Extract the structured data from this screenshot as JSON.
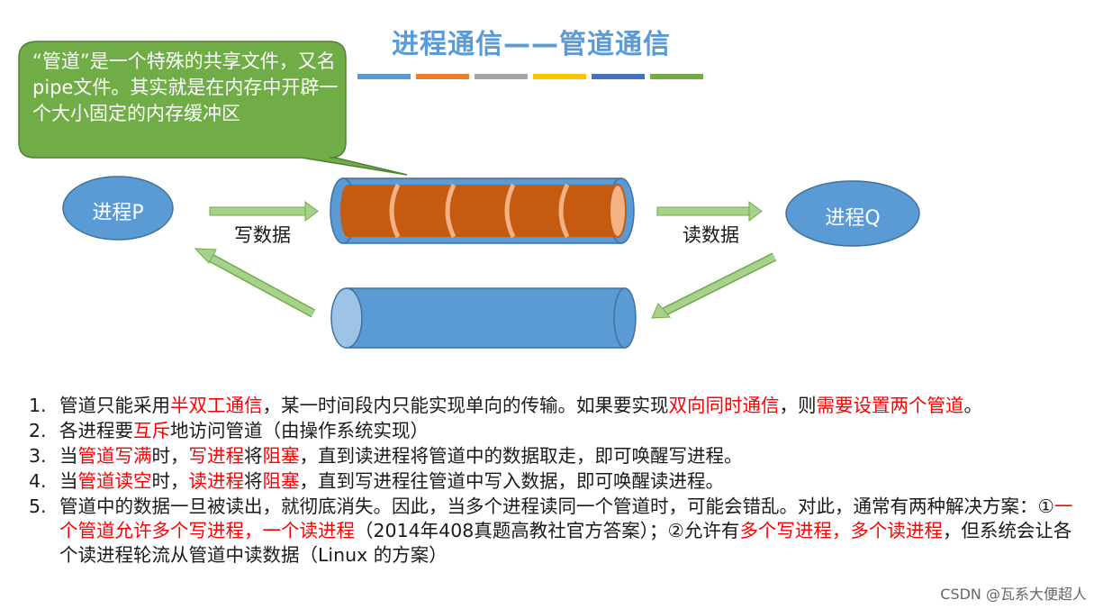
{
  "slide": {
    "title": "进程通信——管道通信",
    "accent_bar_colors": [
      "#5b9bd5",
      "#ed7d31",
      "#a5a5a5",
      "#ffc000",
      "#4472c4",
      "#70ad47"
    ]
  },
  "callout": {
    "text": "“管道”是一个特殊的共享文件，又名pipe文件。其实就是在内存中开辟一个大小固定的内存缓冲区",
    "fill_color": "#70ad47"
  },
  "diagram": {
    "process_p": "进程P",
    "process_q": "进程Q",
    "write_label": "写数据",
    "read_label": "读数据",
    "pipe_color": "#c55a11",
    "cylinder_color": "#5b9bd5"
  },
  "points": [
    {
      "num": "1.",
      "parts": [
        {
          "t": "管道只能采用"
        },
        {
          "t": "半双工通信",
          "red": true
        },
        {
          "t": "，某一时间段内只能实现单向的传输。如果要实现"
        },
        {
          "t": "双向同时通信",
          "red": true
        },
        {
          "t": "，则"
        },
        {
          "t": "需要设置两个管道",
          "red": true
        },
        {
          "t": "。"
        }
      ]
    },
    {
      "num": "2.",
      "parts": [
        {
          "t": "各进程要"
        },
        {
          "t": "互斥",
          "red": true
        },
        {
          "t": "地访问管道（由操作系统实现）"
        }
      ]
    },
    {
      "num": "3.",
      "parts": [
        {
          "t": "当"
        },
        {
          "t": "管道写满",
          "red": true
        },
        {
          "t": "时，"
        },
        {
          "t": "写进程",
          "red": true
        },
        {
          "t": "将"
        },
        {
          "t": "阻塞",
          "red": true
        },
        {
          "t": "，直到读进程将管道中的数据取走，即可唤醒写进程。"
        }
      ]
    },
    {
      "num": "4.",
      "parts": [
        {
          "t": "当"
        },
        {
          "t": "管道读空",
          "red": true
        },
        {
          "t": "时，"
        },
        {
          "t": "读进程",
          "red": true
        },
        {
          "t": "将"
        },
        {
          "t": "阻塞",
          "red": true
        },
        {
          "t": "，直到写进程往管道中写入数据，即可唤醒读进程。"
        }
      ]
    },
    {
      "num": "5.",
      "parts": [
        {
          "t": "管道中的数据一旦被读出，就彻底消失。因此，当多个进程读同一个管道时，可能会错乱。对此，通常有两种解决方案：①"
        },
        {
          "t": "一个管道允许多个写进程，一个读进程",
          "red": true
        },
        {
          "t": "（2014年408真题高教社官方答案）；②允许有"
        },
        {
          "t": "多个写进程，多个读进程",
          "red": true
        },
        {
          "t": "，但系统会让各个读进程轮流从管道中读数据（Linux 的方案）"
        }
      ]
    }
  ],
  "watermark": "CSDN @瓦系大便超人"
}
